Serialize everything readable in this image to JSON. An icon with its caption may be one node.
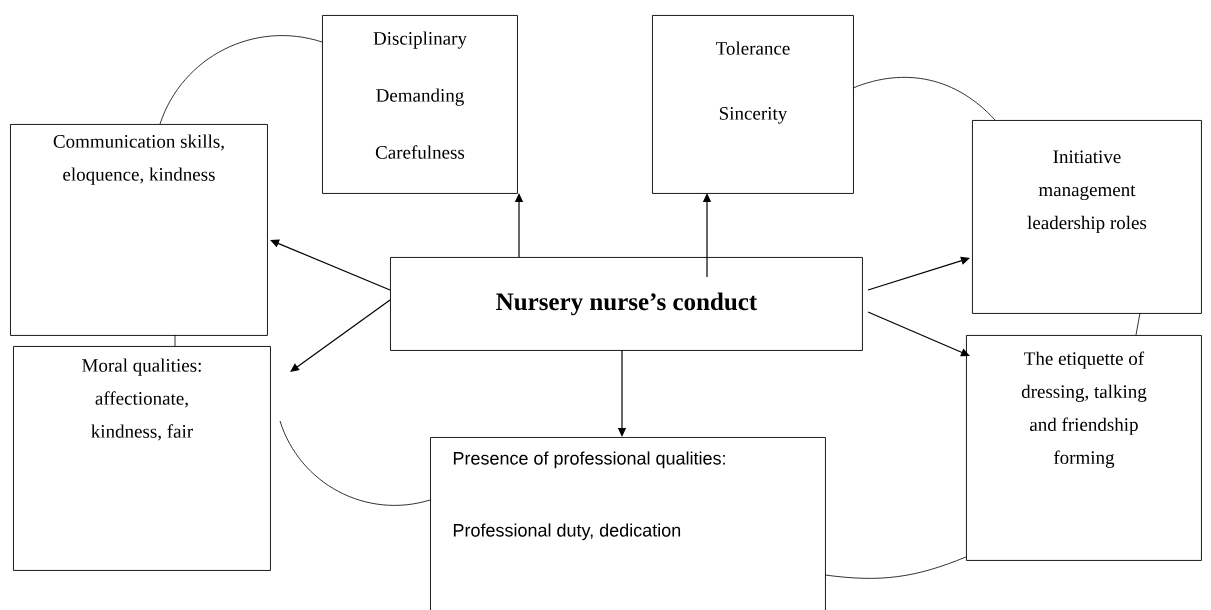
{
  "diagram": {
    "nodes": [
      {
        "text": [
          "Nursery nurse’s conduct"
        ]
      },
      {
        "text": [
          "Disciplinary",
          "Demanding",
          "Carefulness"
        ]
      },
      {
        "text": [
          "Tolerance",
          "Sincerity"
        ]
      },
      {
        "text": [
          "Communication skills, eloquence, kindness"
        ]
      },
      {
        "text": [
          "Initiative management leadership roles"
        ]
      },
      {
        "text": [
          "Moral qualities: affectionate, kindness, fair"
        ]
      },
      {
        "text": [
          "The etiquette of dressing, talking and friendship forming"
        ]
      },
      {
        "text": [
          "Presence of professional qualities:",
          "Professional duty, dedication"
        ]
      }
    ],
    "edges": [
      {
        "from": 0,
        "to": 3,
        "arrow": "to"
      },
      {
        "from": 0,
        "to": 5,
        "arrow": "to"
      },
      {
        "from": 0,
        "to": 1,
        "arrow": "to"
      },
      {
        "from": 0,
        "to": 2,
        "arrow": "to"
      },
      {
        "from": 0,
        "to": 4,
        "arrow": "to"
      },
      {
        "from": 0,
        "to": 6,
        "arrow": "to"
      },
      {
        "from": 0,
        "to": 7,
        "arrow": "to"
      },
      {
        "from": 3,
        "to": 1,
        "arrow": "none"
      },
      {
        "from": 2,
        "to": 4,
        "arrow": "none"
      },
      {
        "from": 3,
        "to": 5,
        "arrow": "none"
      },
      {
        "from": 4,
        "to": 6,
        "arrow": "none"
      },
      {
        "from": 5,
        "to": 7,
        "arrow": "none"
      },
      {
        "from": 7,
        "to": 6,
        "arrow": "none"
      }
    ]
  }
}
